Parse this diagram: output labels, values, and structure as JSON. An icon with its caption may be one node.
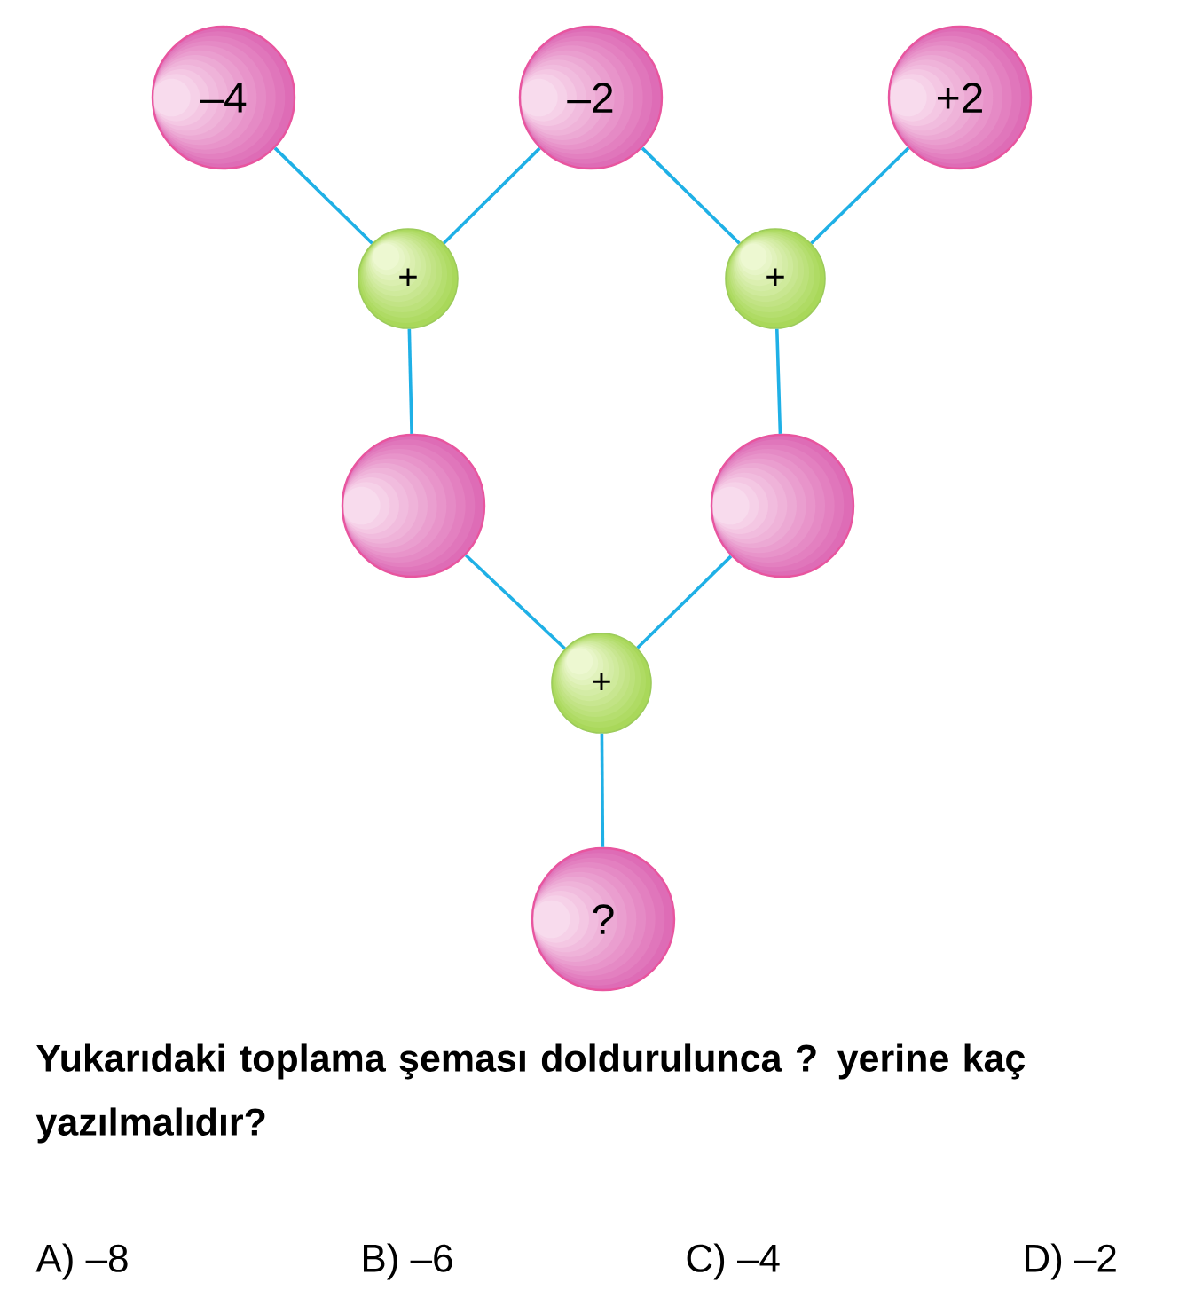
{
  "diagram": {
    "nodes": [
      {
        "text": [
          "–4"
        ]
      },
      {
        "text": [
          "–2"
        ]
      },
      {
        "text": [
          "+2"
        ]
      },
      {
        "text": [
          "+"
        ]
      },
      {
        "text": [
          "+"
        ]
      },
      {
        "text": [],
        "shape": "circle"
      },
      {
        "text": [],
        "shape": "circle"
      },
      {
        "text": [
          "+"
        ]
      },
      {
        "text": [
          "?"
        ]
      }
    ],
    "edges": [
      {
        "from": 0,
        "to": 3,
        "arrow": "none"
      },
      {
        "from": 1,
        "to": 3,
        "arrow": "none"
      },
      {
        "from": 1,
        "to": 4,
        "arrow": "none"
      },
      {
        "from": 2,
        "to": 4,
        "arrow": "none"
      },
      {
        "from": 3,
        "to": 5,
        "arrow": "none"
      },
      {
        "from": 4,
        "to": 6,
        "arrow": "none"
      },
      {
        "from": 5,
        "to": 7,
        "arrow": "none"
      },
      {
        "from": 6,
        "to": 7,
        "arrow": "none"
      },
      {
        "from": 7,
        "to": 8,
        "arrow": "none"
      }
    ],
    "labels": [
      "Yukarıdaki toplama şeması doldurulunca ? yerine kaç yazılmalıdır?",
      "A) –8",
      "B) –6",
      "C) –4",
      "D) –2"
    ]
  }
}
